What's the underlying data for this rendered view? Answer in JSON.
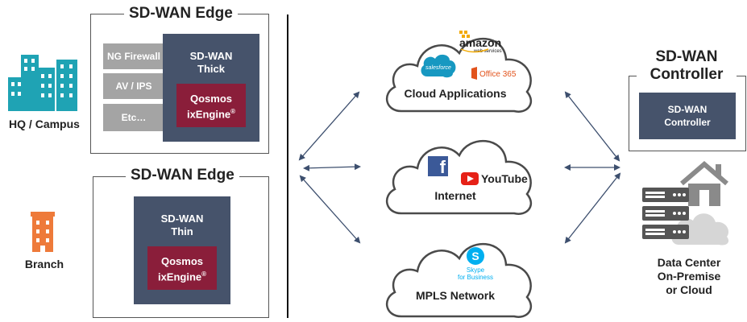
{
  "hq": {
    "label": "HQ / Campus"
  },
  "branch": {
    "label": "Branch"
  },
  "edge_thick": {
    "title": "SD-WAN Edge",
    "modules": [
      "NG Firewall",
      "AV / IPS",
      "Etc…"
    ],
    "core_line1": "SD-WAN",
    "core_line2": "Thick",
    "engine_line1": "Qosmos",
    "engine_line2": "ixEngine",
    "engine_mark": "®"
  },
  "edge_thin": {
    "title": "SD-WAN Edge",
    "core_line1": "SD-WAN",
    "core_line2": "Thin",
    "engine_line1": "Qosmos",
    "engine_line2": "ixEngine",
    "engine_mark": "®"
  },
  "clouds": {
    "cloud_apps": {
      "label": "Cloud Applications",
      "logos": {
        "amazon": "amazon",
        "amazon_sub": "web services",
        "salesforce": "salesforce",
        "office": "Office 365"
      }
    },
    "internet": {
      "label": "Internet",
      "logos": {
        "facebook": "f",
        "youtube": "YouTube"
      }
    },
    "mpls": {
      "label": "MPLS Network",
      "logos": {
        "skype_line1": "Skype",
        "skype_line2": "for Business"
      }
    }
  },
  "controller": {
    "title_line1": "SD-WAN",
    "title_line2": "Controller",
    "box_line1": "SD-WAN",
    "box_line2": "Controller"
  },
  "datacenter": {
    "line1": "Data Center",
    "line2": "On-Premise",
    "line3": "or Cloud"
  },
  "colors": {
    "navy": "#46536b",
    "teal": "#1fa3b4",
    "orange": "#ee7a3a",
    "crimson": "#8a1e3a",
    "module_gray": "#a4a4a4",
    "arrow_blue": "#3d4f6e"
  },
  "icons": [
    "buildings-icon",
    "building-icon",
    "amazon-logo",
    "salesforce-logo",
    "office365-logo",
    "facebook-logo",
    "youtube-logo",
    "skype-logo",
    "servers-icon",
    "house-icon",
    "cloud-icon"
  ]
}
